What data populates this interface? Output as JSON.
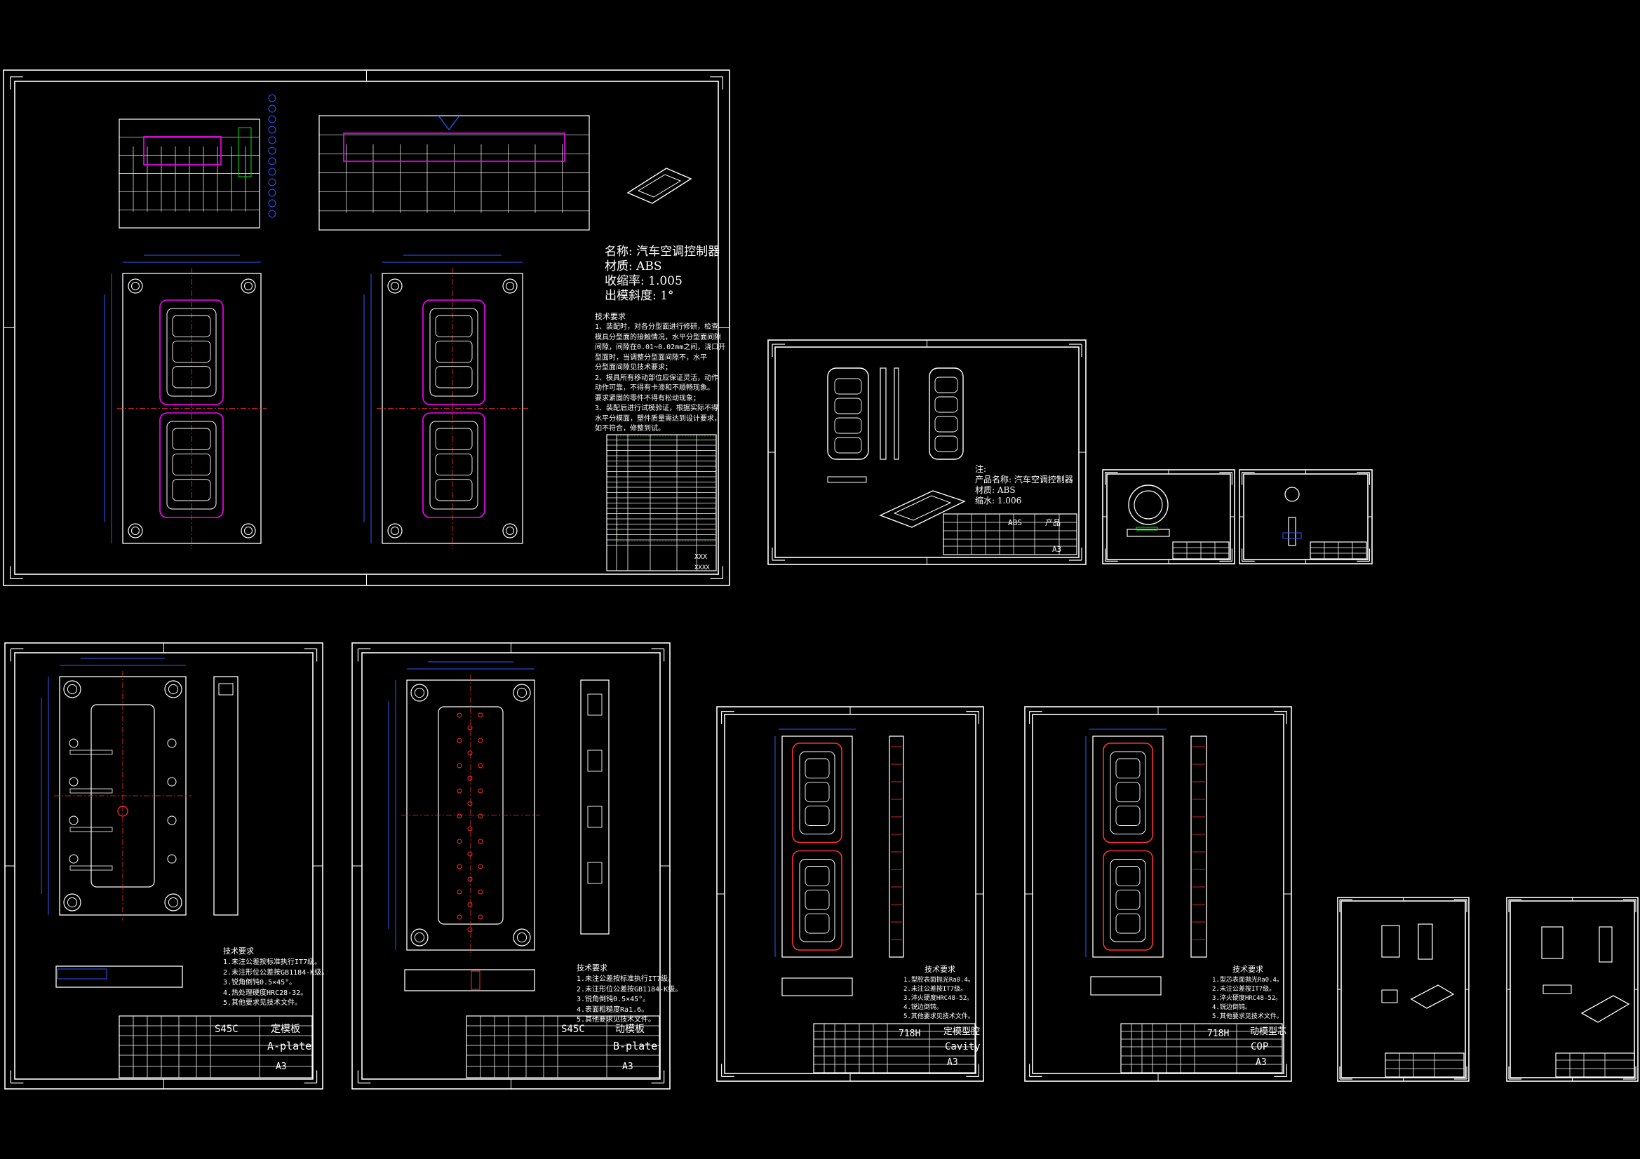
{
  "colors": {
    "background": "#000000",
    "frame": "#ffffff",
    "cavity": "#ff00ff",
    "dimension": "#2a5bff",
    "green": "#00e000",
    "red": "#ff3030",
    "cyan": "#00d8ff"
  },
  "assembly": {
    "product_name": "名称: 汽车空调控制器",
    "material": "材质: ABS",
    "shrinkage": "收缩率: 1.005",
    "draft": "出模斜度: 1°",
    "tech_title": "技术要求",
    "tech_notes": "1、装配时，对各分型面进行修研，检查\n模具分型面的接触情况，水平分型面间隙\n间隙，间隙在0.01~0.02mm之间，浇口开\n型面时，当调整分型面间隙不，水平\n分型面间隙见技术要求；\n2、模具所有移动部位应保证灵活，动作\n动作可靠，不得有卡滞和不顺畅现象。\n要求紧固的零件不得有松动现象；\n3、装配后进行试模验证，根据实际不得\n水平分模面，塑件质量需达到设计要求，\n如不符合，修整到试。",
    "code_a": "XXX",
    "code_b": "XXXX"
  },
  "part_drawing": {
    "note_label": "注:",
    "product": "产品名称: 汽车空调控制器",
    "material": "材质: ABS",
    "shrink": "缩水: 1.006",
    "tb_material": "ABS",
    "tb_name": "产品",
    "tb_size": "A3"
  },
  "a_plate": {
    "material": "S45C",
    "name_cn": "定模板",
    "name_en": "A-plate",
    "size": "A3",
    "tech_title": "技术要求",
    "tech_notes": "1.未注公差按标准执行IT7级。\n2.未注形位公差按GB1184-K级。\n3.锐角倒钝0.5×45°。\n4.热处理硬度HRC28-32。\n5.其他要求见技术文件。"
  },
  "b_plate": {
    "material": "S45C",
    "name_cn": "动模板",
    "name_en": "B-plate",
    "size": "A3",
    "tech_title": "技术要求",
    "tech_notes": "1.未注公差按标准执行IT7级。\n2.未注形位公差按GB1184-K级。\n3.锐角倒钝0.5×45°。\n4.表面粗糙度Ra1.6。\n5.其他要求见技术文件。"
  },
  "cavity_plate": {
    "material": "718H",
    "name_cn": "定模型腔",
    "name_en": "Cavity",
    "size": "A3",
    "tech_title": "技术要求",
    "tech_notes": "1.型腔表面抛光Ra0.4。\n2.未注公差按IT7级。\n3.淬火硬度HRC48-52。\n4.锐边倒钝。\n5.其他要求见技术文件。"
  },
  "core_plate": {
    "material": "718H",
    "name_cn": "动模型芯",
    "name_en": "COP",
    "size": "A3",
    "tech_title": "技术要求",
    "tech_notes": "1.型芯表面抛光Ra0.4。\n2.未注公差按IT7级。\n3.淬火硬度HRC48-52。\n4.锐边倒钝。\n5.其他要求见技术文件。"
  }
}
